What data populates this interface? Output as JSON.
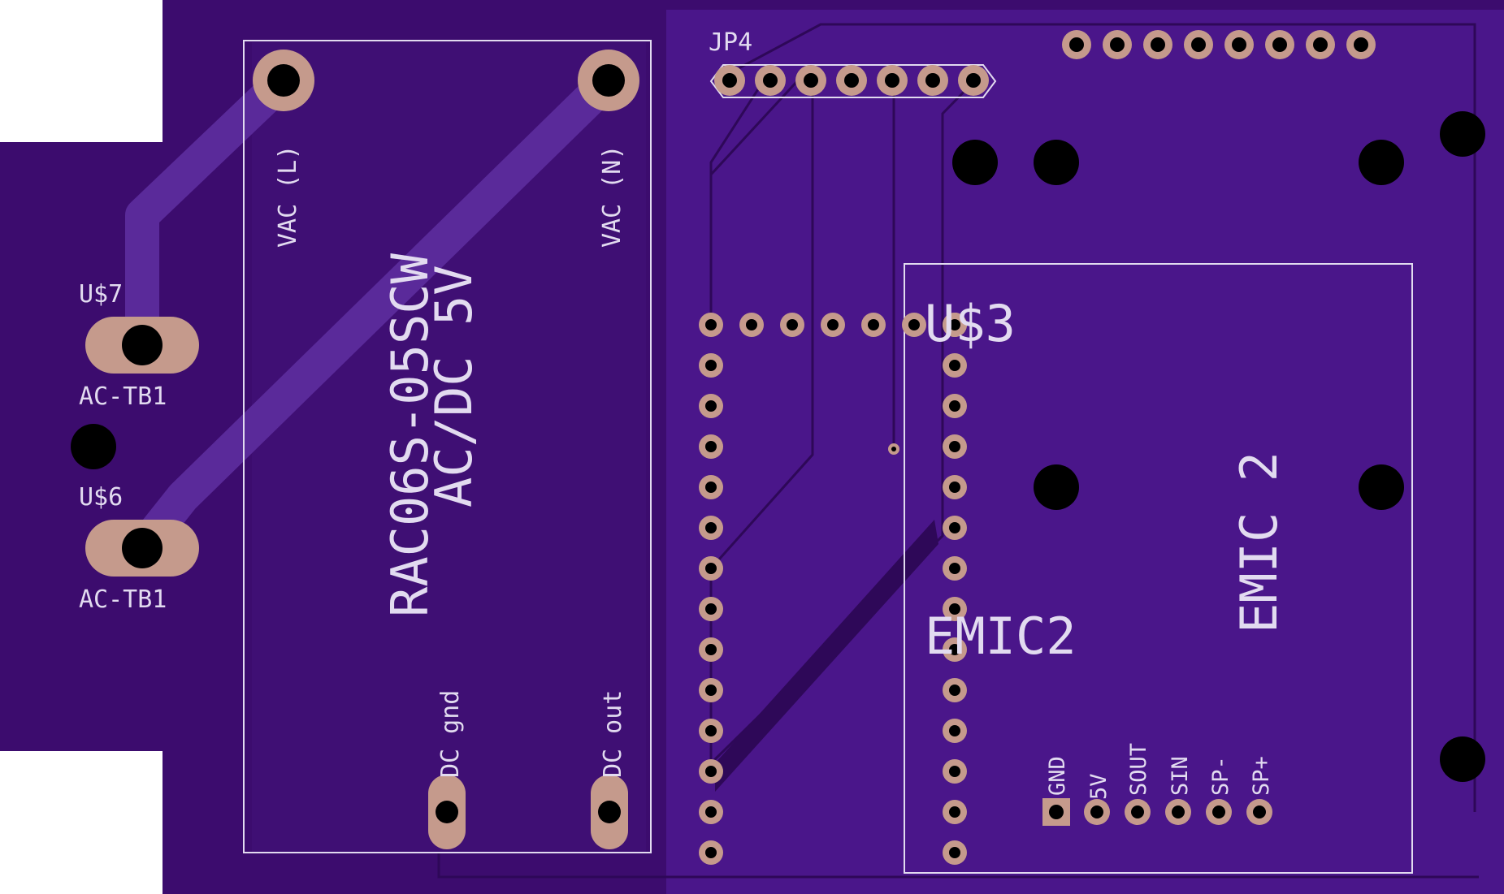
{
  "colors": {
    "background": "#ffffff",
    "board": "#3c0c6e",
    "pour": "#4a168a",
    "trace": "#5a2a9a",
    "silkscreen": "#e2dbf0",
    "copper_pad": "#c59a8c",
    "drill": "#000000"
  },
  "labels": {
    "jp4": "JP4",
    "u7": "U$7",
    "u7_value": "AC-TB1",
    "u6": "U$6",
    "u6_value": "AC-TB1",
    "vac_l": "VAC (L)",
    "vac_n": "VAC (N)",
    "rac_name": "RAC06S-05SCW",
    "rac_value": "AC/DC 5V",
    "dc_gnd": "DC gnd",
    "dc_out": "DC out",
    "u3": "U$3",
    "emic2_part": "EMIC2",
    "emic2_module": "EMIC 2",
    "pin_gnd": "GND",
    "pin_5v": "5V",
    "pin_sout": "SOUT",
    "pin_sin": "SIN",
    "pin_spminus": "SP-",
    "pin_spplus": "SP+"
  }
}
